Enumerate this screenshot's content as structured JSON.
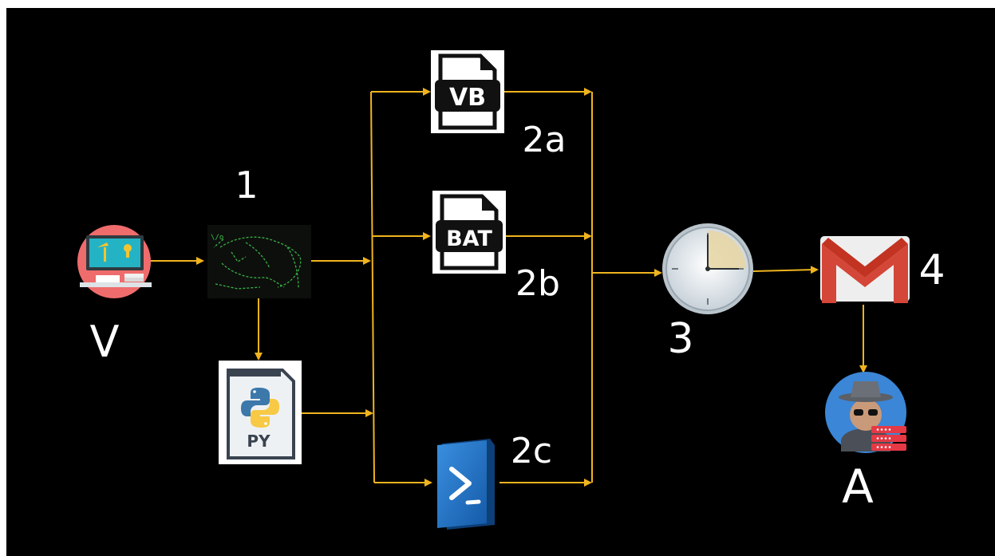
{
  "labels": {
    "victim": "V",
    "step1": "1",
    "step2a": "2a",
    "step2b": "2b",
    "step2c": "2c",
    "step3": "3",
    "step4": "4",
    "attacker": "A"
  },
  "file_badges": {
    "vb": "VB",
    "bat": "BAT",
    "py": "PY"
  },
  "terminal_text": "\\/o",
  "colors": {
    "background": "#000000",
    "arrow": "#f0b41e",
    "label": "#ffffff",
    "terminal_green": "#3fc14a",
    "gmail_red": "#d44638",
    "powershell_blue": "#1f6fc1",
    "clock_face": "#e9eef2",
    "victim_circle": "#ef6c6c",
    "attacker_circle": "#3b86d6"
  },
  "icons": {
    "victim": "computer-desk-icon",
    "terminal": "ascii-art-terminal-icon",
    "vb": "vb-file-icon",
    "bat": "bat-file-icon",
    "py": "python-file-icon",
    "powershell": "powershell-icon",
    "clock": "clock-icon",
    "gmail": "gmail-icon",
    "attacker": "hacker-avatar-icon"
  }
}
